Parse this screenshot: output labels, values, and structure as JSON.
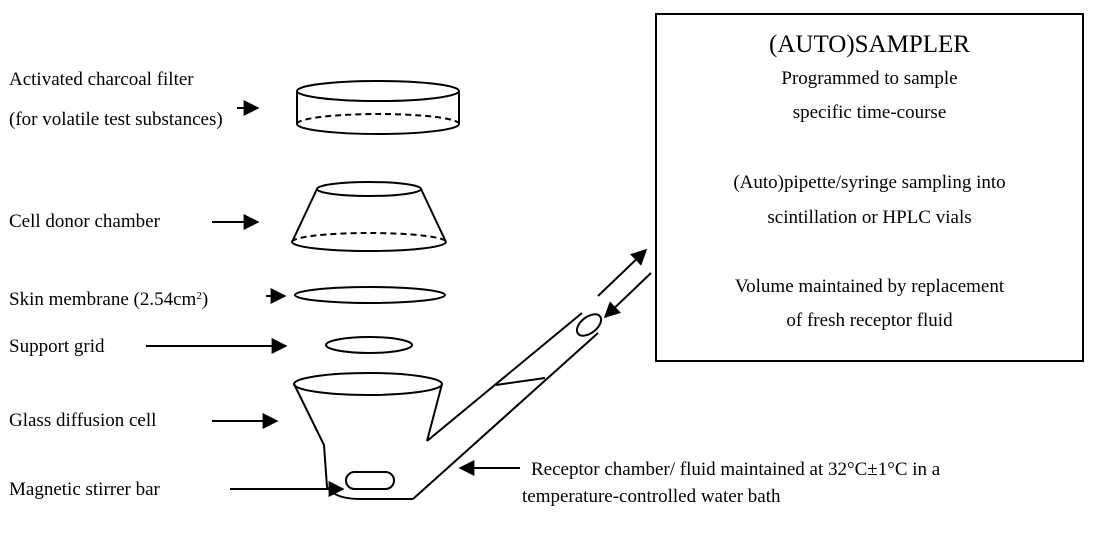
{
  "labels": {
    "charcoal_filter_line1": "Activated charcoal filter",
    "charcoal_filter_line2": "(for volatile test substances)",
    "donor_chamber": "Cell donor chamber",
    "skin_membrane": "Skin membrane (2.54cm",
    "skin_membrane_sup": "2",
    "skin_membrane_end": ")",
    "support_grid": "Support grid",
    "diffusion_cell": "Glass diffusion cell",
    "stirrer_bar": "Magnetic stirrer bar",
    "receptor_line1": "Receptor chamber/ fluid  maintained at 32°C±1°C in a",
    "receptor_line2": "temperature-controlled water bath"
  },
  "sampler": {
    "title": "(AUTO)SAMPLER",
    "lines": [
      "Programmed to sample",
      "specific time-course",
      "(Auto)pipette/syringe sampling into",
      "scintillation or HPLC vials",
      "Volume maintained by replacement",
      "of fresh receptor fluid"
    ]
  }
}
